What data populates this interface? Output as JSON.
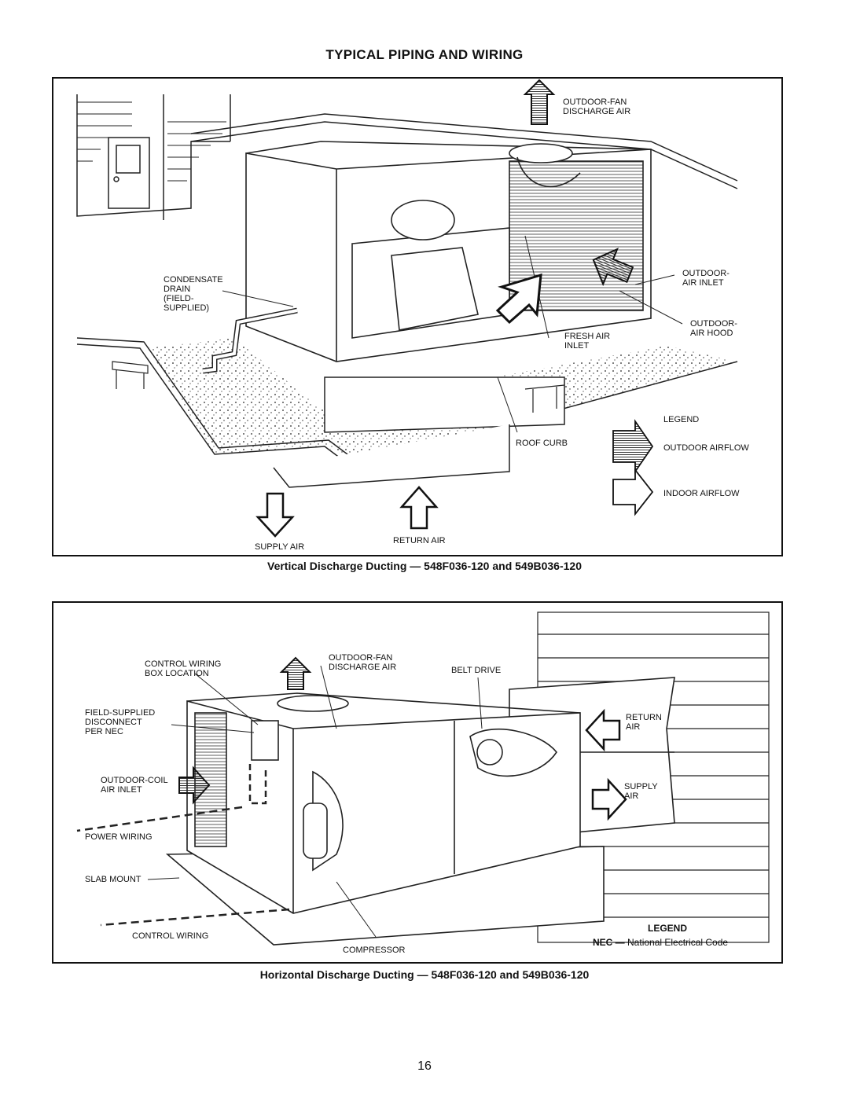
{
  "page": {
    "title": "TYPICAL PIPING AND WIRING",
    "page_number": "16"
  },
  "figure1": {
    "caption": "Vertical Discharge Ducting — 548F036-120 and 549B036-120",
    "labels": {
      "outdoor_fan_discharge": "OUTDOOR-FAN\nDISCHARGE AIR",
      "condensate_drain": "CONDENSATE\nDRAIN\n(FIELD-\nSUPPLIED)",
      "outdoor_air_inlet": "OUTDOOR-\nAIR INLET",
      "outdoor_air_hood": "OUTDOOR-\nAIR HOOD",
      "fresh_air_inlet": "FRESH AIR\nINLET",
      "roof_curb": "ROOF CURB",
      "supply_air": "SUPPLY AIR",
      "return_air": "RETURN AIR"
    },
    "legend": {
      "title": "LEGEND",
      "outdoor": "OUTDOOR AIRFLOW",
      "indoor": "INDOOR AIRFLOW"
    }
  },
  "figure2": {
    "caption": "Horizontal Discharge Ducting — 548F036-120 and 549B036-120",
    "labels": {
      "control_wiring_box": "CONTROL WIRING\nBOX LOCATION",
      "outdoor_fan_discharge": "OUTDOOR-FAN\nDISCHARGE AIR",
      "belt_drive": "BELT DRIVE",
      "field_disconnect": "FIELD-SUPPLIED\nDISCONNECT\nPER NEC",
      "return_air": "RETURN\nAIR",
      "outdoor_coil_inlet": "OUTDOOR-COIL\nAIR INLET",
      "supply_air": "SUPPLY\nAIR",
      "power_wiring": "POWER WIRING",
      "slab_mount": "SLAB MOUNT",
      "control_wiring": "CONTROL WIRING",
      "compressor": "COMPRESSOR"
    },
    "legend": {
      "title": "LEGEND",
      "nec_abbr": "NEC —",
      "nec_text": "National Electrical Code"
    }
  }
}
